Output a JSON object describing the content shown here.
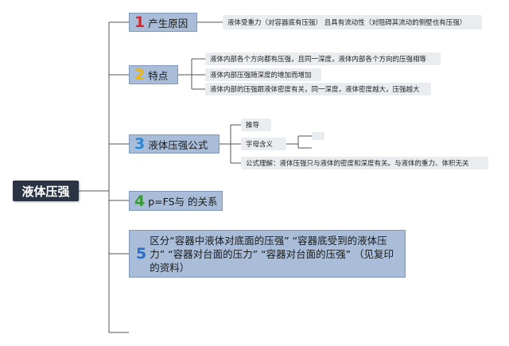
{
  "root": {
    "label": "液体压强"
  },
  "branches": [
    {
      "number": "1",
      "label": "产生原因",
      "children": [
        "液体受重力（对容器底有压强） 且具有流动性（对阻碍其流动的侧壁也有压强）"
      ]
    },
    {
      "number": "2",
      "label": "特点",
      "children": [
        "液体内部各个方向都有压强，且同一深度，液体内部各个方向的压强相等",
        "液体内部压强随深度的增加而增加",
        "液体内部的压强跟液体密度有关，同一深度，液体密度越大，压强越大"
      ]
    },
    {
      "number": "3",
      "label": "液体压强公式",
      "children": [
        "推导",
        "字母含义",
        "公式理解：液体压强只与液体的密度和深度有关。与液体的重力、体积无关"
      ]
    },
    {
      "number": "4",
      "label": "p=FS与 的关系",
      "children": []
    },
    {
      "number": "5",
      "label": "区分“容器中液体对底面的压强” “容器底受到的液体压力” “容器对台面的压力” “容器对台面的压强”  （见复印的资料）",
      "children": []
    }
  ],
  "colors": {
    "root_bg": "#2b3444",
    "node_bg": "#a9bdd8",
    "leaf_bg": "#eaedf0",
    "line": "#555555"
  }
}
